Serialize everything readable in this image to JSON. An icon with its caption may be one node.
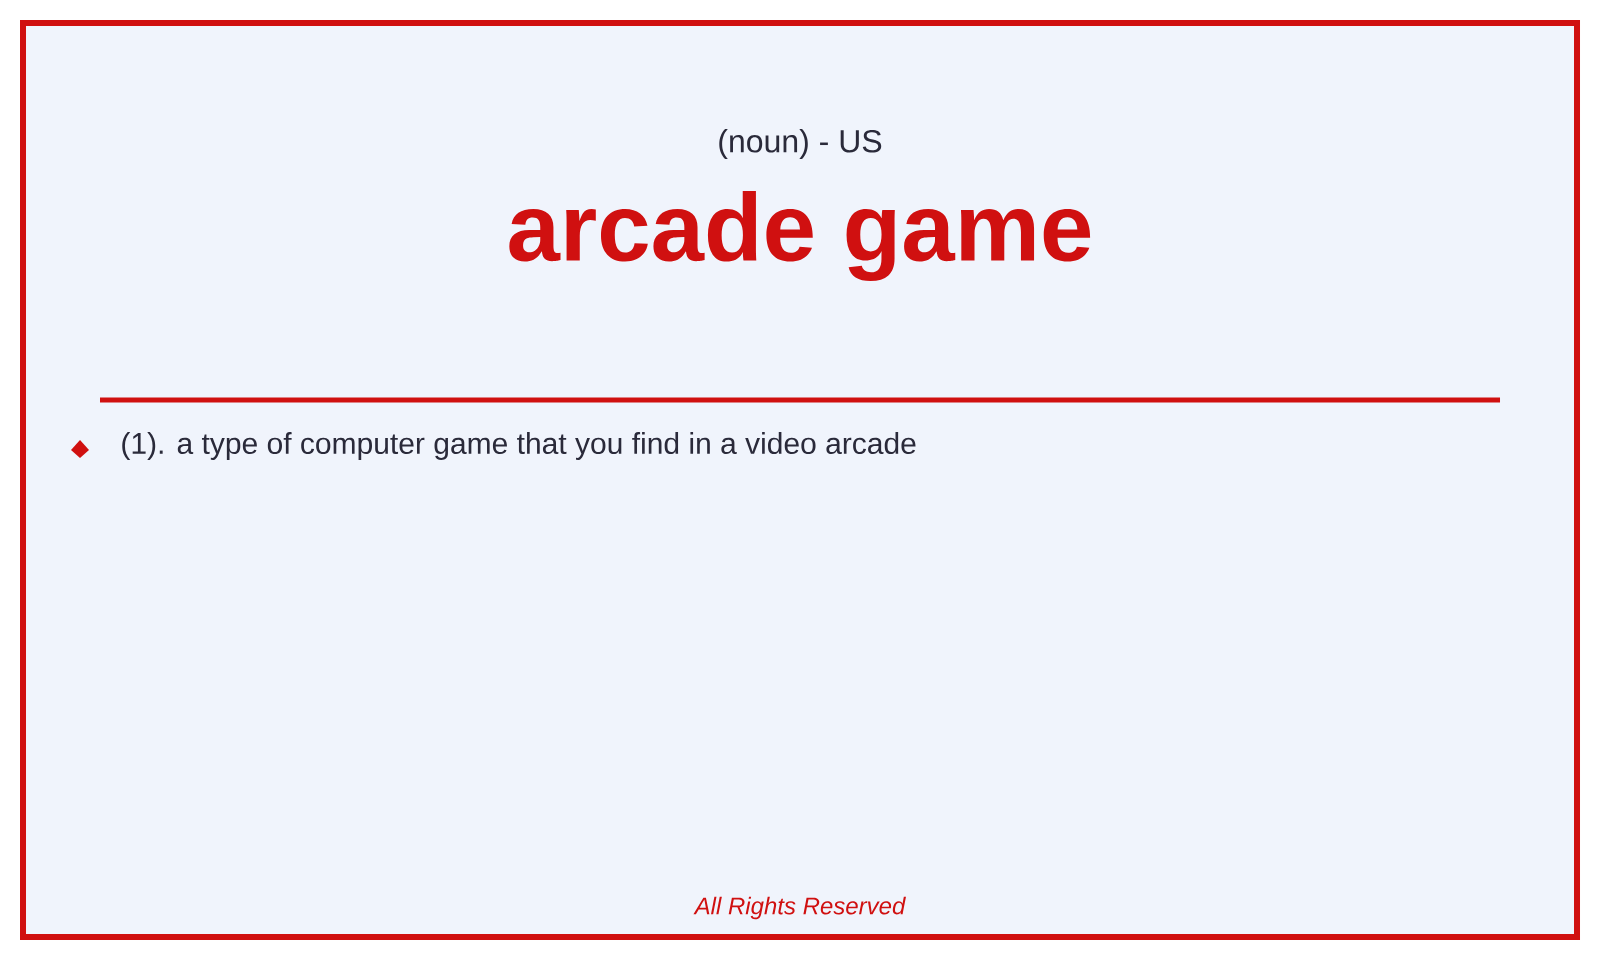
{
  "diagram": {
    "title": "arcade game",
    "labels": [
      "(noun) - US",
      "(1). a type of computer game that you find in a video arcade",
      "All Rights Reserved"
    ]
  }
}
